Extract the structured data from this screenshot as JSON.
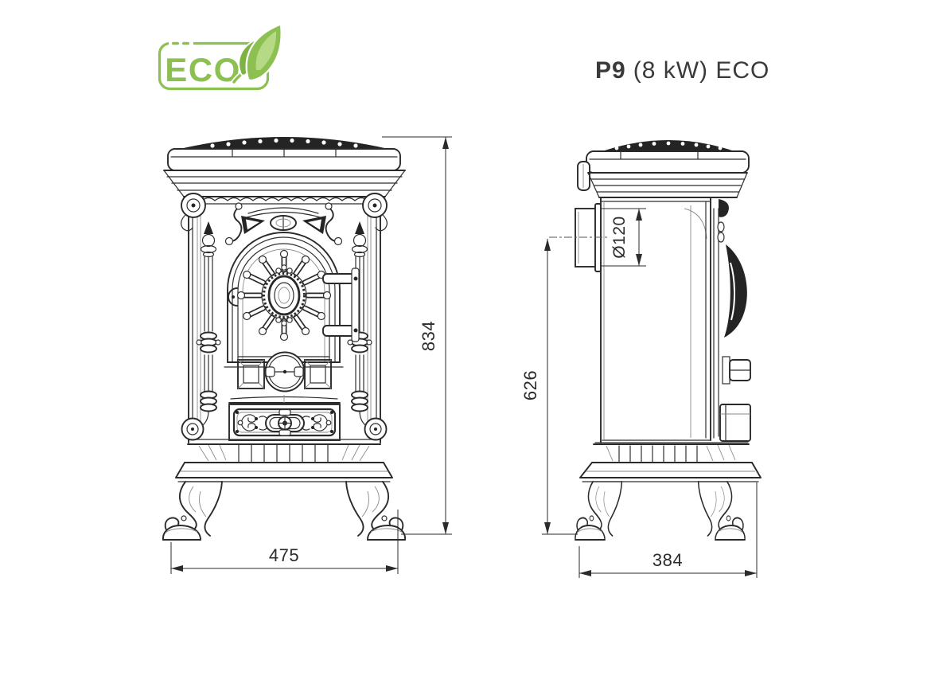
{
  "badge": {
    "label": "ECO"
  },
  "header": {
    "model": "P9",
    "rest": "(8 kW) ECO"
  },
  "dims": {
    "front_width": "475",
    "front_height": "834",
    "side_depth": "384",
    "flue_axis_height": "626",
    "flue_diameter": "Ø120"
  },
  "colors": {
    "accent_green": "#8cc152",
    "leaf_dark_green": "#7cb342",
    "line": "#2f2f2f",
    "text": "#3a3a3a"
  }
}
